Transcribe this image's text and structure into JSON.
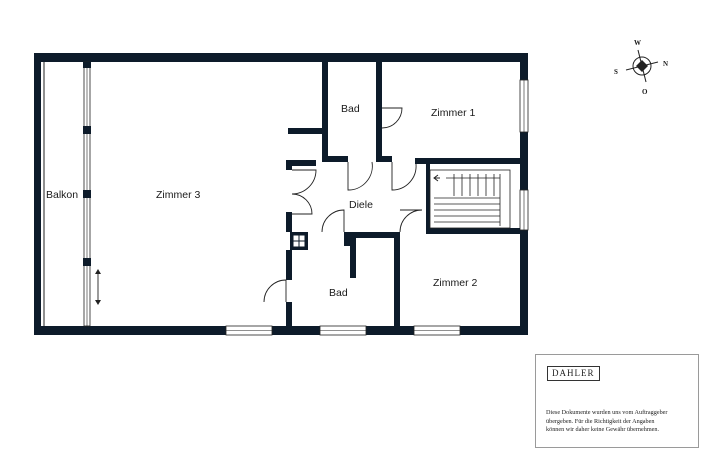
{
  "rooms": {
    "balkon": "Balkon",
    "zimmer3": "Zimmer 3",
    "bad_top": "Bad",
    "zimmer1": "Zimmer 1",
    "diele": "Diele",
    "bad_bottom": "Bad",
    "zimmer2": "Zimmer 2"
  },
  "compass": {
    "north": "N",
    "south": "S",
    "west": "W",
    "east": "O"
  },
  "brand": {
    "logo": "DAHLER"
  },
  "disclaimer": {
    "line1": "Diese Dokumente wurden uns vom Auftraggeber",
    "line2": "übergeben. Für die Richtigkeit der Angaben",
    "line3": "können wir daher keine Gewähr übernehmen."
  },
  "colors": {
    "wall": "#0d1b2a",
    "window": "#ffffff",
    "line": "#222222"
  }
}
